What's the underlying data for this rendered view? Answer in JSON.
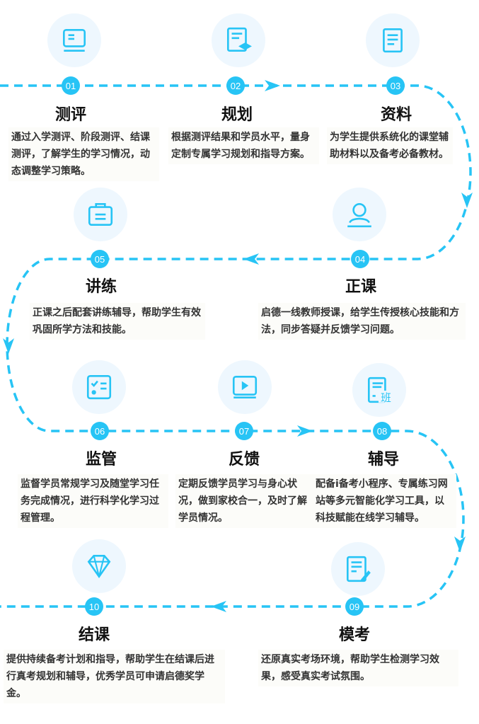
{
  "accent": "#27c4f5",
  "steps": [
    {
      "num": "01",
      "title": "测评",
      "desc": "通过入学测评、阶段测评、结课测评，了解学生的学习情况，动态调整学习策略。",
      "icon": "monitor-icon"
    },
    {
      "num": "02",
      "title": "规划",
      "desc": "根据测评结果和学员水平，量身定制专属学习规划和指导方案。",
      "icon": "graduation-doc-icon"
    },
    {
      "num": "03",
      "title": "资料",
      "desc": "为学生提供系统化的课堂辅助材料以及备考必备教材。",
      "icon": "book-icon"
    },
    {
      "num": "04",
      "title": "正课",
      "desc": "启德一线教师授课，给学生传授核心技能和方法，同步答疑并反馈学习问题。",
      "icon": "teacher-icon"
    },
    {
      "num": "05",
      "title": "讲练",
      "desc": "正课之后配套讲练辅导，帮助学生有效巩固所学方法和技能。",
      "icon": "briefcase-icon"
    },
    {
      "num": "06",
      "title": "监管",
      "desc": "监督学员常规学习及随堂学习任务完成情况，进行科学化学习过程管理。",
      "icon": "checklist-icon"
    },
    {
      "num": "07",
      "title": "反馈",
      "desc": "定期反馈学员学习与身心状况，做到家校合一，及时了解学员情况。",
      "icon": "play-icon"
    },
    {
      "num": "08",
      "title": "辅导",
      "desc": "配备i备考小程序、专属练习网站等多元智能化学习工具，以科技赋能在线学习辅导。",
      "icon": "class-doc-icon",
      "icon_text": "班"
    },
    {
      "num": "09",
      "title": "模考",
      "desc": "还原真实考场环境，帮助学生检测学习效果，感受真实考试氛围。",
      "icon": "exam-edit-icon"
    },
    {
      "num": "10",
      "title": "结课",
      "desc": "提供持续备考计划和指导，帮助学生在结课后进行真考规划和辅导，优秀学员可申请启德奖学金。",
      "icon": "diamond-icon"
    }
  ]
}
